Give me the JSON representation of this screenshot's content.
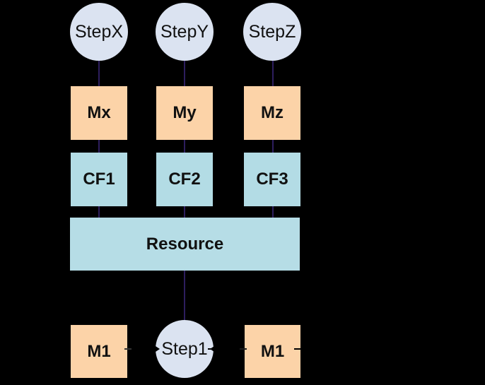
{
  "diagram": {
    "name": "step-message-resource-flowchart",
    "labels": {
      "stepx": "StepX",
      "stepy": "StepY",
      "stepz": "StepZ",
      "mx": "Mx",
      "my": "My",
      "mz": "Mz",
      "cf1": "CF1",
      "cf2": "CF2",
      "cf3": "CF3",
      "resource": "Resource",
      "m1_left": "M1",
      "step1": "Step1",
      "m1_right": "M1"
    },
    "edges": [
      {
        "from": "StepX",
        "to": "Mx",
        "type": "line"
      },
      {
        "from": "StepY",
        "to": "My",
        "type": "line"
      },
      {
        "from": "StepZ",
        "to": "Mz",
        "type": "line"
      },
      {
        "from": "Mx",
        "to": "CF1",
        "type": "line"
      },
      {
        "from": "My",
        "to": "CF2",
        "type": "line"
      },
      {
        "from": "Mz",
        "to": "CF3",
        "type": "line"
      },
      {
        "from": "CF1",
        "to": "Resource",
        "type": "line"
      },
      {
        "from": "CF2",
        "to": "Resource",
        "type": "line"
      },
      {
        "from": "CF3",
        "to": "Resource",
        "type": "line"
      },
      {
        "from": "Resource",
        "to": "Step1",
        "type": "line"
      },
      {
        "from": "M1-left",
        "to": "Step1",
        "type": "arrow"
      },
      {
        "from": "M1-right",
        "to": "Step1",
        "type": "arrow"
      }
    ]
  },
  "colors": {
    "background": "#000000",
    "step_circle": "#dbe3f1",
    "message_box": "#fcd3a8",
    "function_box": "#b3dce5",
    "resource_box": "#b6dde6",
    "edge_line": "#2d1e5e",
    "arrow": "#000000",
    "text": "#111111"
  }
}
